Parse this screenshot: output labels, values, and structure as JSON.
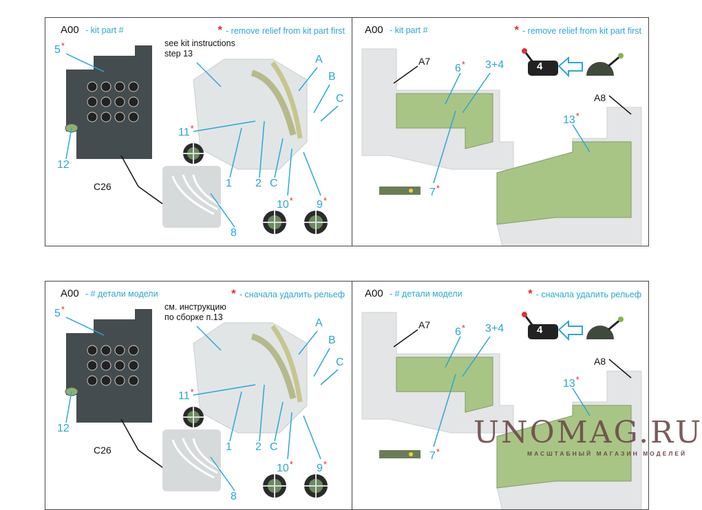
{
  "colors": {
    "accent": "#2aa7d4",
    "star": "#e0302f",
    "panel": "#41484a",
    "plastic": "#e6e8e9",
    "green": "#a9c585"
  },
  "panels": [
    {
      "type": "left",
      "header": {
        "code": "A00",
        "part_label": "- kit part #",
        "star": "*",
        "note": "- remove relief from kit part first"
      },
      "note_lines": [
        "see kit instructions",
        "step 13"
      ],
      "callouts": [
        {
          "t": "5",
          "s": "*"
        },
        {
          "t": "A"
        },
        {
          "t": "B"
        },
        {
          "t": "C"
        },
        {
          "t": "11",
          "s": "*"
        },
        {
          "t": "12"
        },
        {
          "t": "1"
        },
        {
          "t": "2"
        },
        {
          "t": "C"
        },
        {
          "t": "10",
          "s": "*"
        },
        {
          "t": "9",
          "s": "*"
        },
        {
          "t": "8"
        }
      ],
      "part_code": "C26"
    },
    {
      "type": "right",
      "header": {
        "code": "A00",
        "part_label": "- kit part #",
        "star": "*",
        "note": "- remove relief from kit part first"
      },
      "callouts": [
        {
          "t": "6",
          "s": "*"
        },
        {
          "t": "3+4"
        },
        {
          "t": "13",
          "s": "*"
        },
        {
          "t": "7",
          "s": "*"
        }
      ],
      "part_codes": [
        "A7",
        "A8"
      ],
      "step_badge": "4"
    },
    {
      "type": "left",
      "header": {
        "code": "A00",
        "part_label": "- # детали модели",
        "star": "*",
        "note": "- сначала удалить рельеф"
      },
      "note_lines": [
        "см. инструкцию",
        "по сборке п.13"
      ],
      "callouts": [
        {
          "t": "5",
          "s": "*"
        },
        {
          "t": "A"
        },
        {
          "t": "B"
        },
        {
          "t": "C"
        },
        {
          "t": "11",
          "s": "*"
        },
        {
          "t": "12"
        },
        {
          "t": "1"
        },
        {
          "t": "2"
        },
        {
          "t": "C"
        },
        {
          "t": "10",
          "s": "*"
        },
        {
          "t": "9",
          "s": "*"
        },
        {
          "t": "8"
        }
      ],
      "part_code": "C26"
    },
    {
      "type": "right",
      "header": {
        "code": "A00",
        "part_label": "- # детали модели",
        "star": "*",
        "note": "- сначала удалить рельеф"
      },
      "callouts": [
        {
          "t": "6",
          "s": "*"
        },
        {
          "t": "3+4"
        },
        {
          "t": "13",
          "s": "*"
        },
        {
          "t": "7",
          "s": "*"
        }
      ],
      "part_codes": [
        "A7",
        "A8"
      ],
      "step_badge": "4"
    }
  ],
  "watermark": {
    "title": "UNOMAG.RU",
    "subtitle": "МАСШТАБНЫЙ МАГАЗИН МОДЕЛЕЙ"
  }
}
